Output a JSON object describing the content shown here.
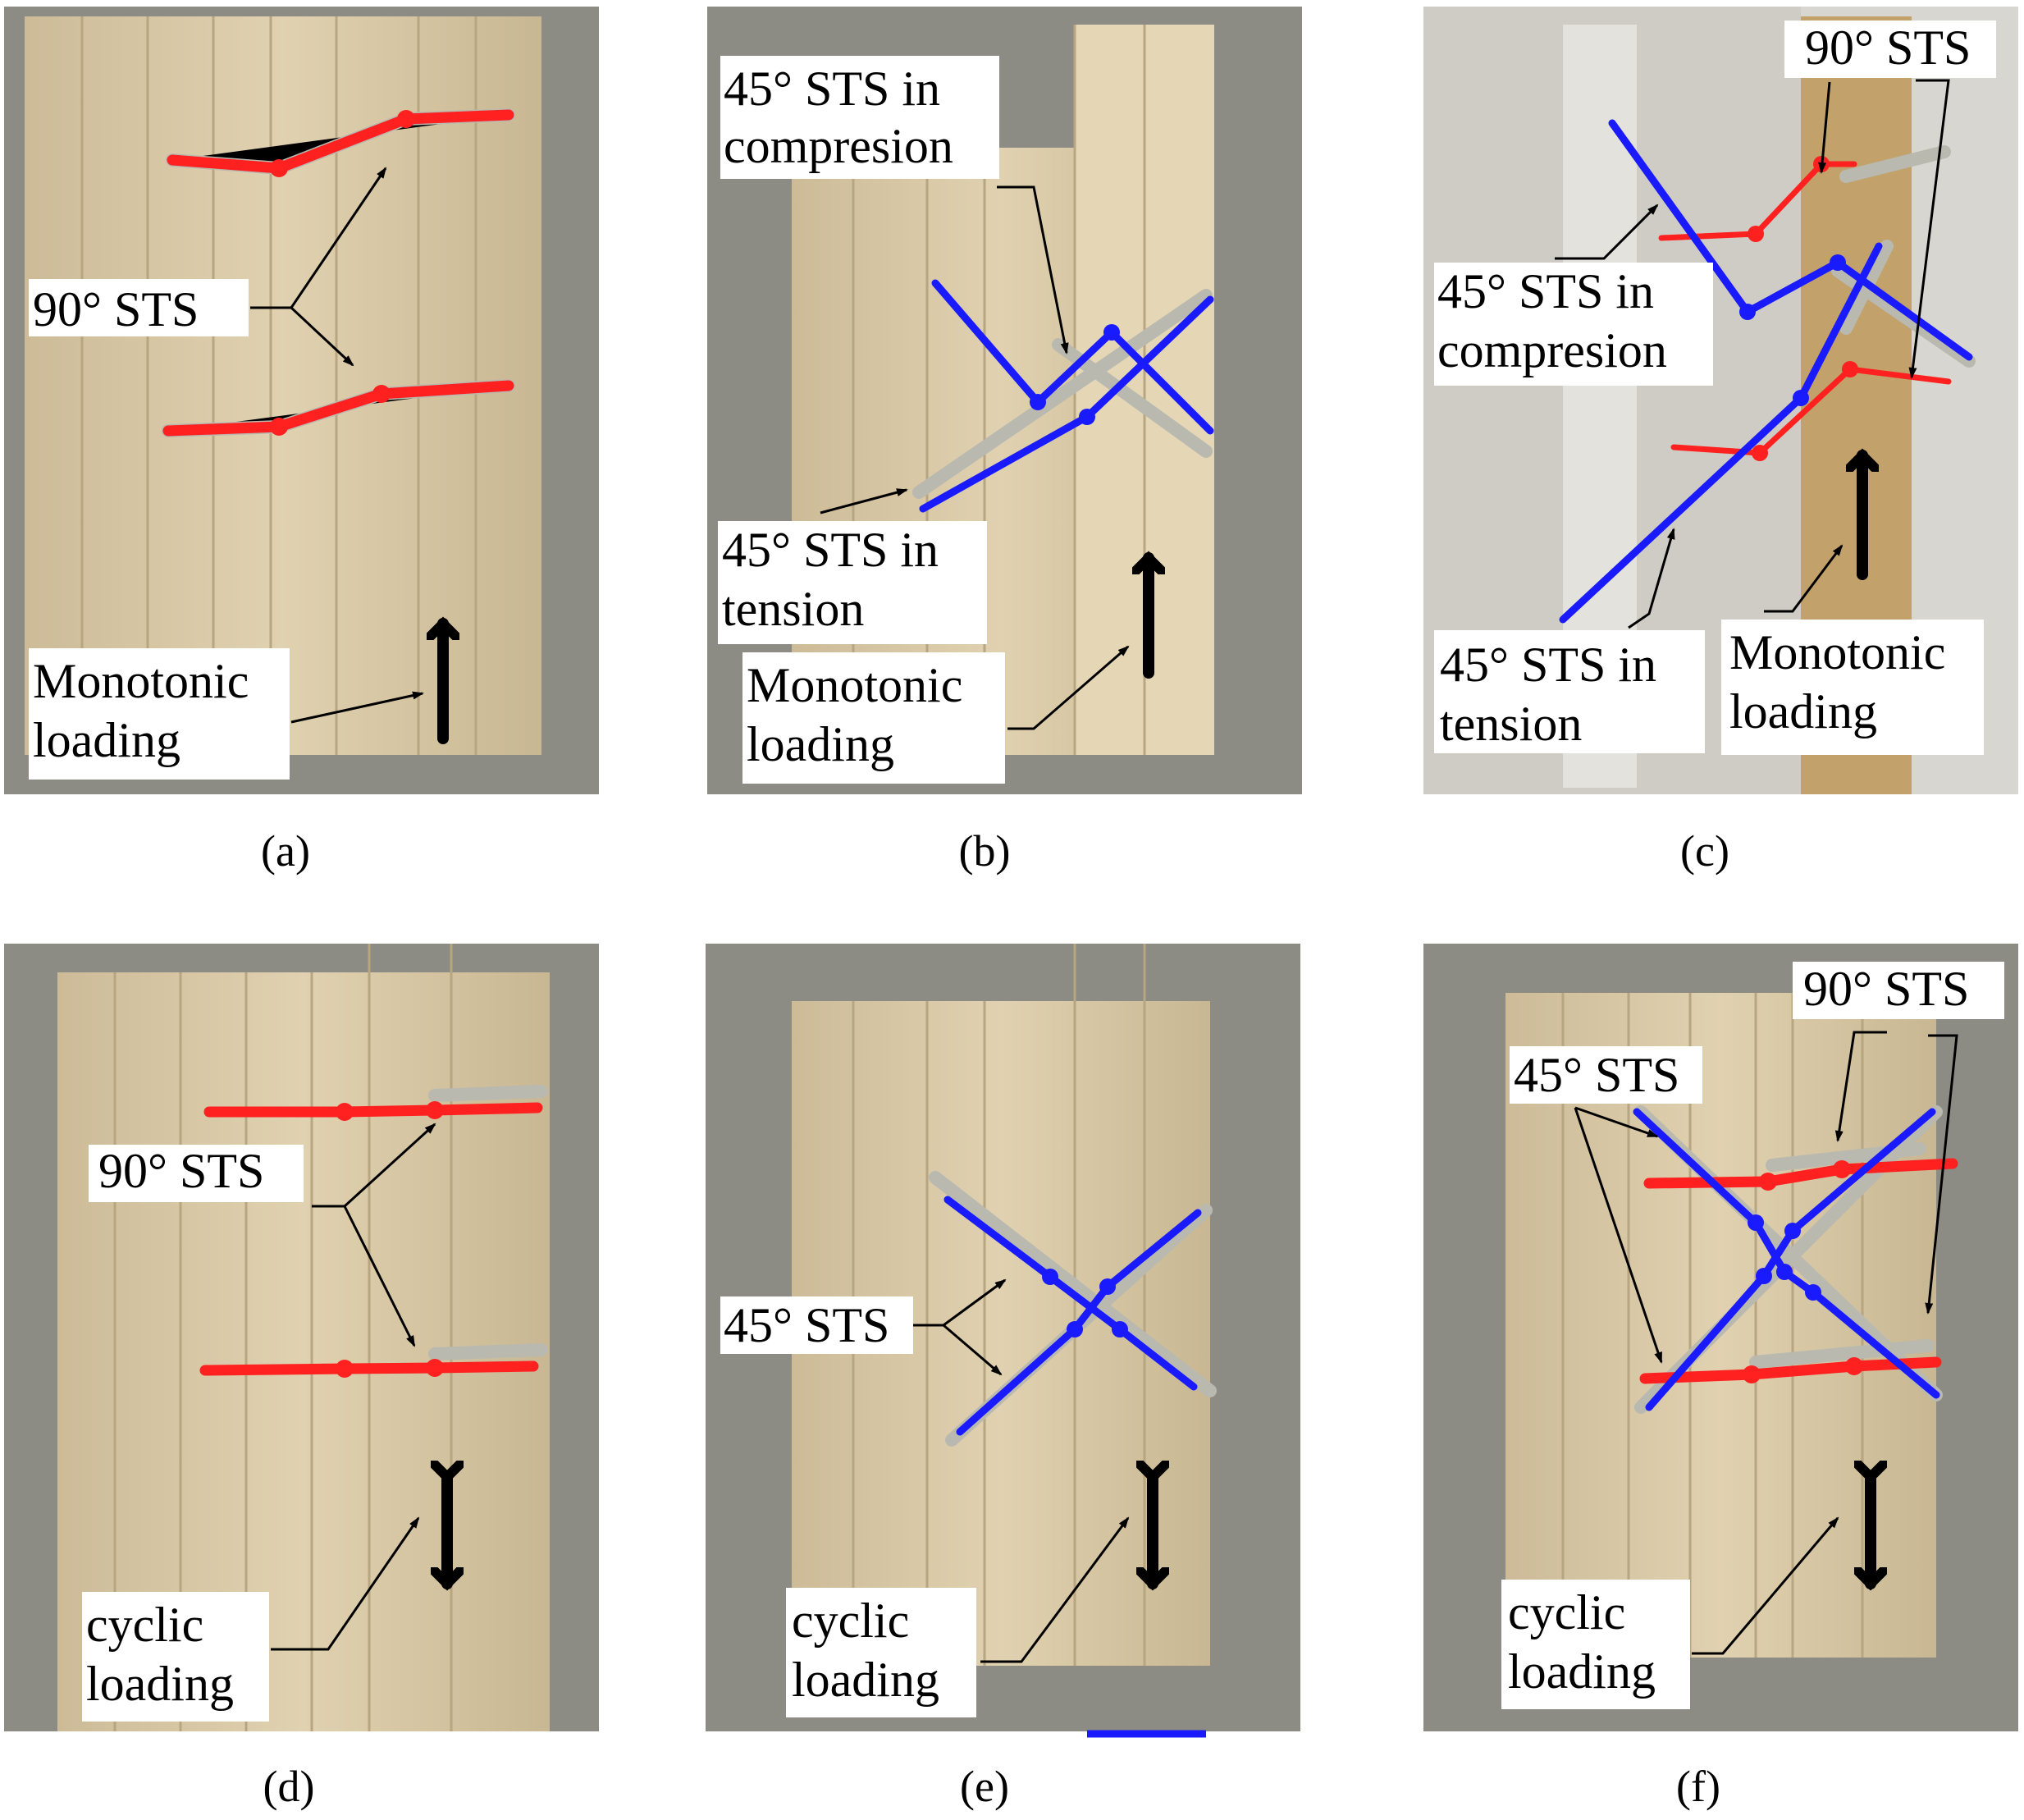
{
  "panels": [
    {
      "id": "a",
      "caption": "(a)",
      "labels": [
        "90° STS",
        "Monotonic\nloading"
      ],
      "screws": "90° STS x2",
      "loading": "monotonic"
    },
    {
      "id": "b",
      "caption": "(b)",
      "labels": [
        "45° STS in\ncompresion",
        "45° STS in\ntension",
        "Monotonic\nloading"
      ],
      "loading": "monotonic"
    },
    {
      "id": "c",
      "caption": "(c)",
      "labels": [
        "90° STS",
        "45° STS in\ncompresion",
        "45° STS in\ntension",
        "Monotonic\nloading"
      ],
      "loading": "monotonic"
    },
    {
      "id": "d",
      "caption": "(d)",
      "labels": [
        "90° STS",
        "cyclic\nloading"
      ],
      "loading": "cyclic"
    },
    {
      "id": "e",
      "caption": "(e)",
      "labels": [
        "45° STS",
        "cyclic\nloading"
      ],
      "loading": "cyclic"
    },
    {
      "id": "f",
      "caption": "(f)",
      "labels": [
        "90° STS",
        "45° STS",
        "cyclic\nloading"
      ],
      "loading": "cyclic"
    }
  ],
  "colors": {
    "red_marker": "#ff2020",
    "blue_marker": "#1a1aff",
    "wood": "#d9c9a6"
  }
}
